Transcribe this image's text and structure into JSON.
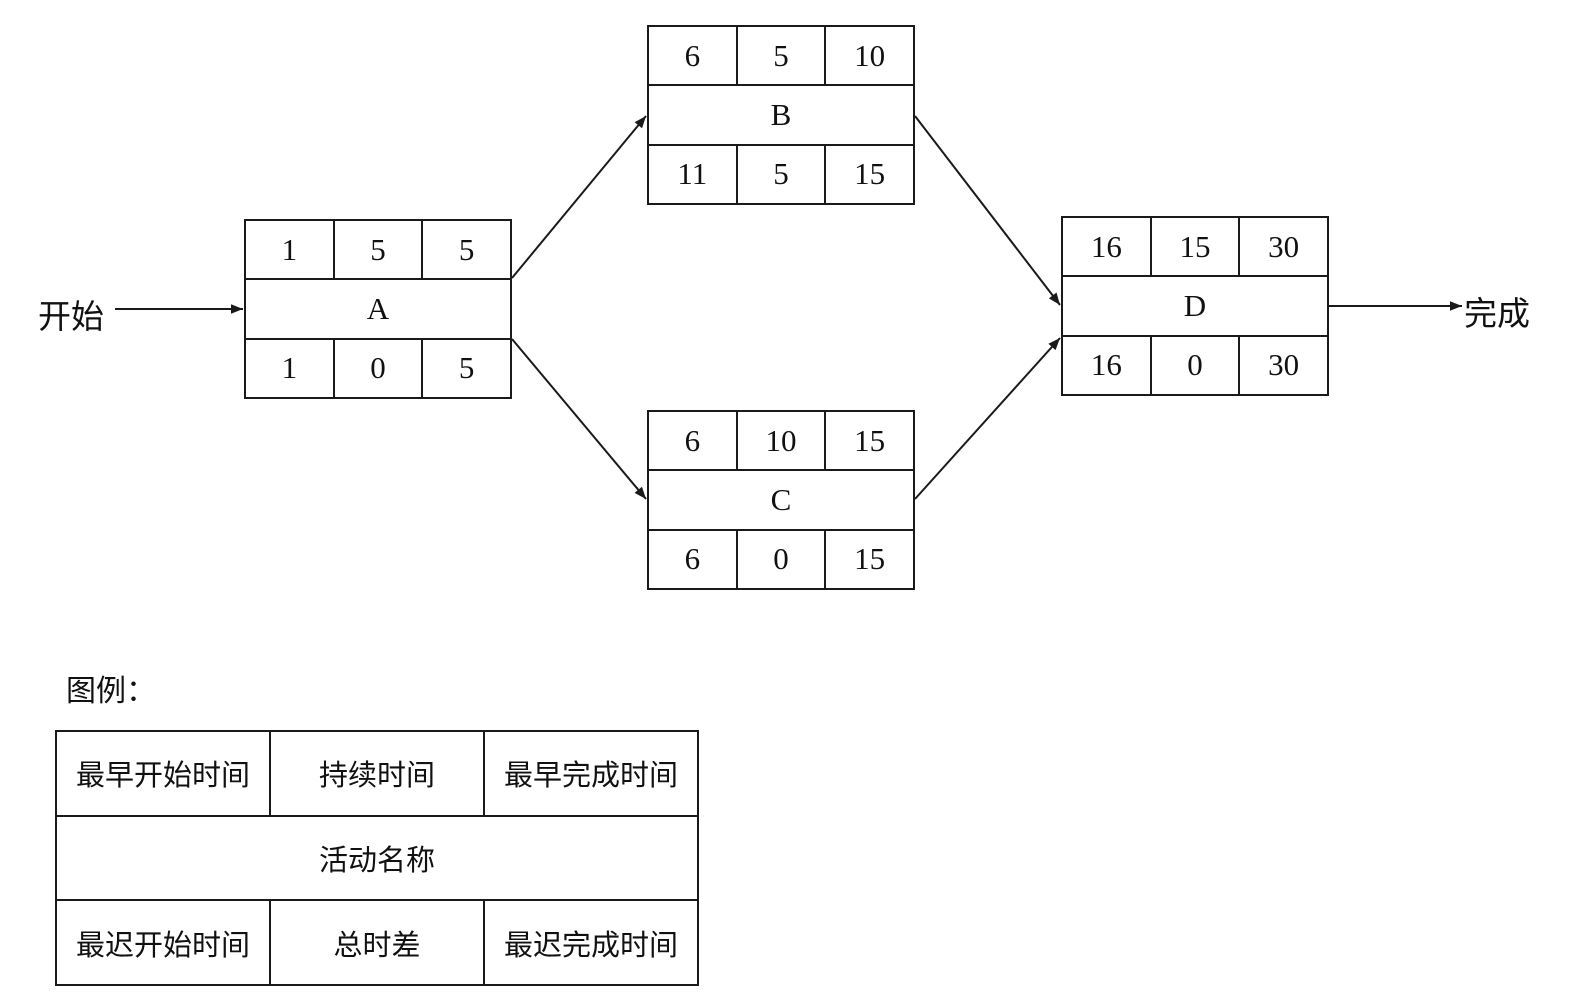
{
  "diagram": {
    "start_label": "开始",
    "end_label": "完成",
    "nodes": {
      "A": {
        "name": "A",
        "top": [
          "1",
          "5",
          "5"
        ],
        "bottom": [
          "1",
          "0",
          "5"
        ]
      },
      "B": {
        "name": "B",
        "top": [
          "6",
          "5",
          "10"
        ],
        "bottom": [
          "11",
          "5",
          "15"
        ]
      },
      "C": {
        "name": "C",
        "top": [
          "6",
          "10",
          "15"
        ],
        "bottom": [
          "6",
          "0",
          "15"
        ]
      },
      "D": {
        "name": "D",
        "top": [
          "16",
          "15",
          "30"
        ],
        "bottom": [
          "16",
          "0",
          "30"
        ]
      }
    },
    "edges": [
      {
        "from": "开始",
        "to": "A"
      },
      {
        "from": "A",
        "to": "B"
      },
      {
        "from": "A",
        "to": "C"
      },
      {
        "from": "B",
        "to": "D"
      },
      {
        "from": "C",
        "to": "D"
      },
      {
        "from": "D",
        "to": "完成"
      }
    ]
  },
  "legend": {
    "title": "图例：",
    "top": [
      "最早开始时间",
      "持续时间",
      "最早完成时间"
    ],
    "middle": "活动名称",
    "bottom": [
      "最迟开始时间",
      "总时差",
      "最迟完成时间"
    ]
  }
}
